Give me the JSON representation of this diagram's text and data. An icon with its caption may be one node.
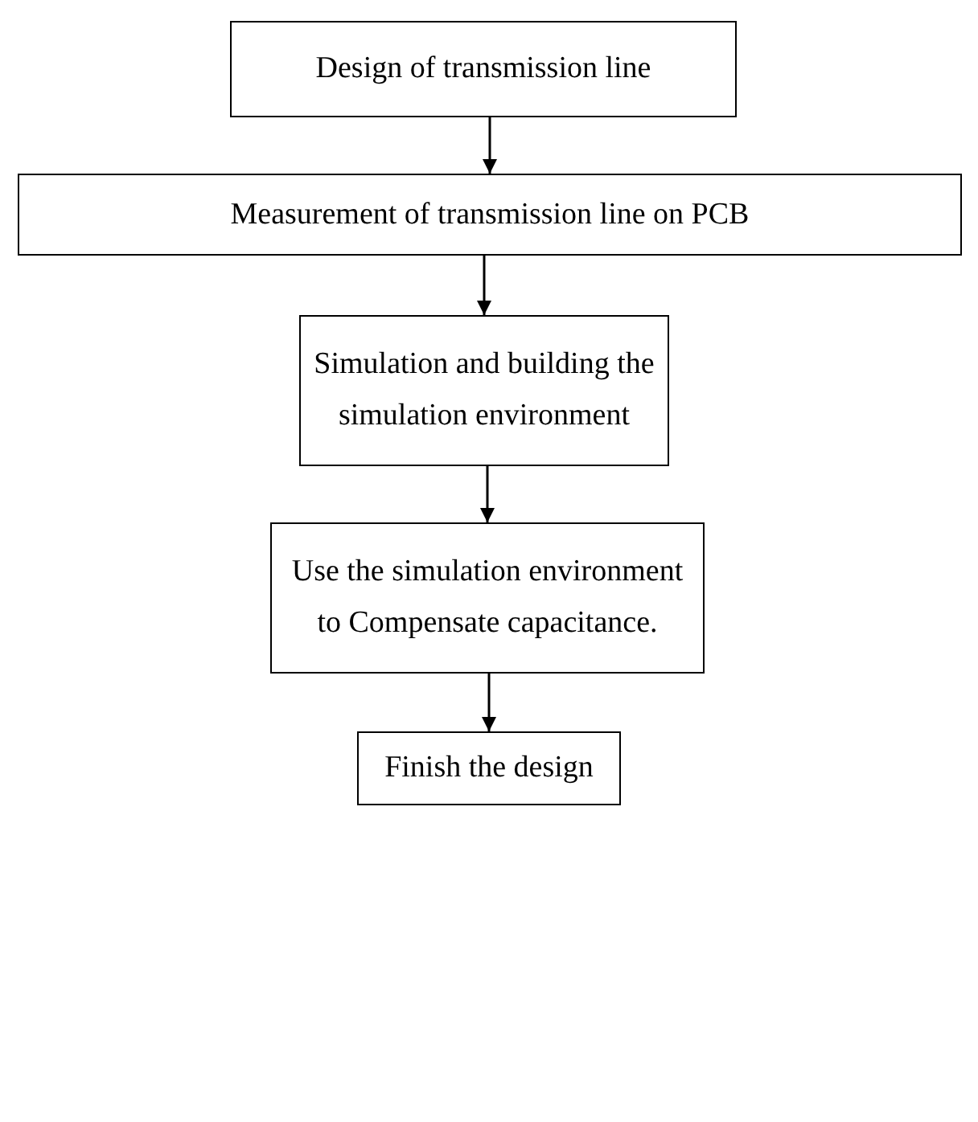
{
  "diagram": {
    "nodes": [
      {
        "text": [
          "Design of transmission line"
        ]
      },
      {
        "text": [
          "Measurement of transmission line on PCB"
        ]
      },
      {
        "text": [
          "Simulation and building the simulation environment"
        ]
      },
      {
        "text": [
          "Use the simulation environment to Compensate capacitance."
        ]
      },
      {
        "text": [
          "Finish the design"
        ]
      }
    ],
    "edges": [
      {
        "from": 0,
        "to": 1,
        "arrow": "to"
      },
      {
        "from": 1,
        "to": 2,
        "arrow": "to"
      },
      {
        "from": 2,
        "to": 3,
        "arrow": "to"
      },
      {
        "from": 3,
        "to": 4,
        "arrow": "to"
      }
    ]
  }
}
